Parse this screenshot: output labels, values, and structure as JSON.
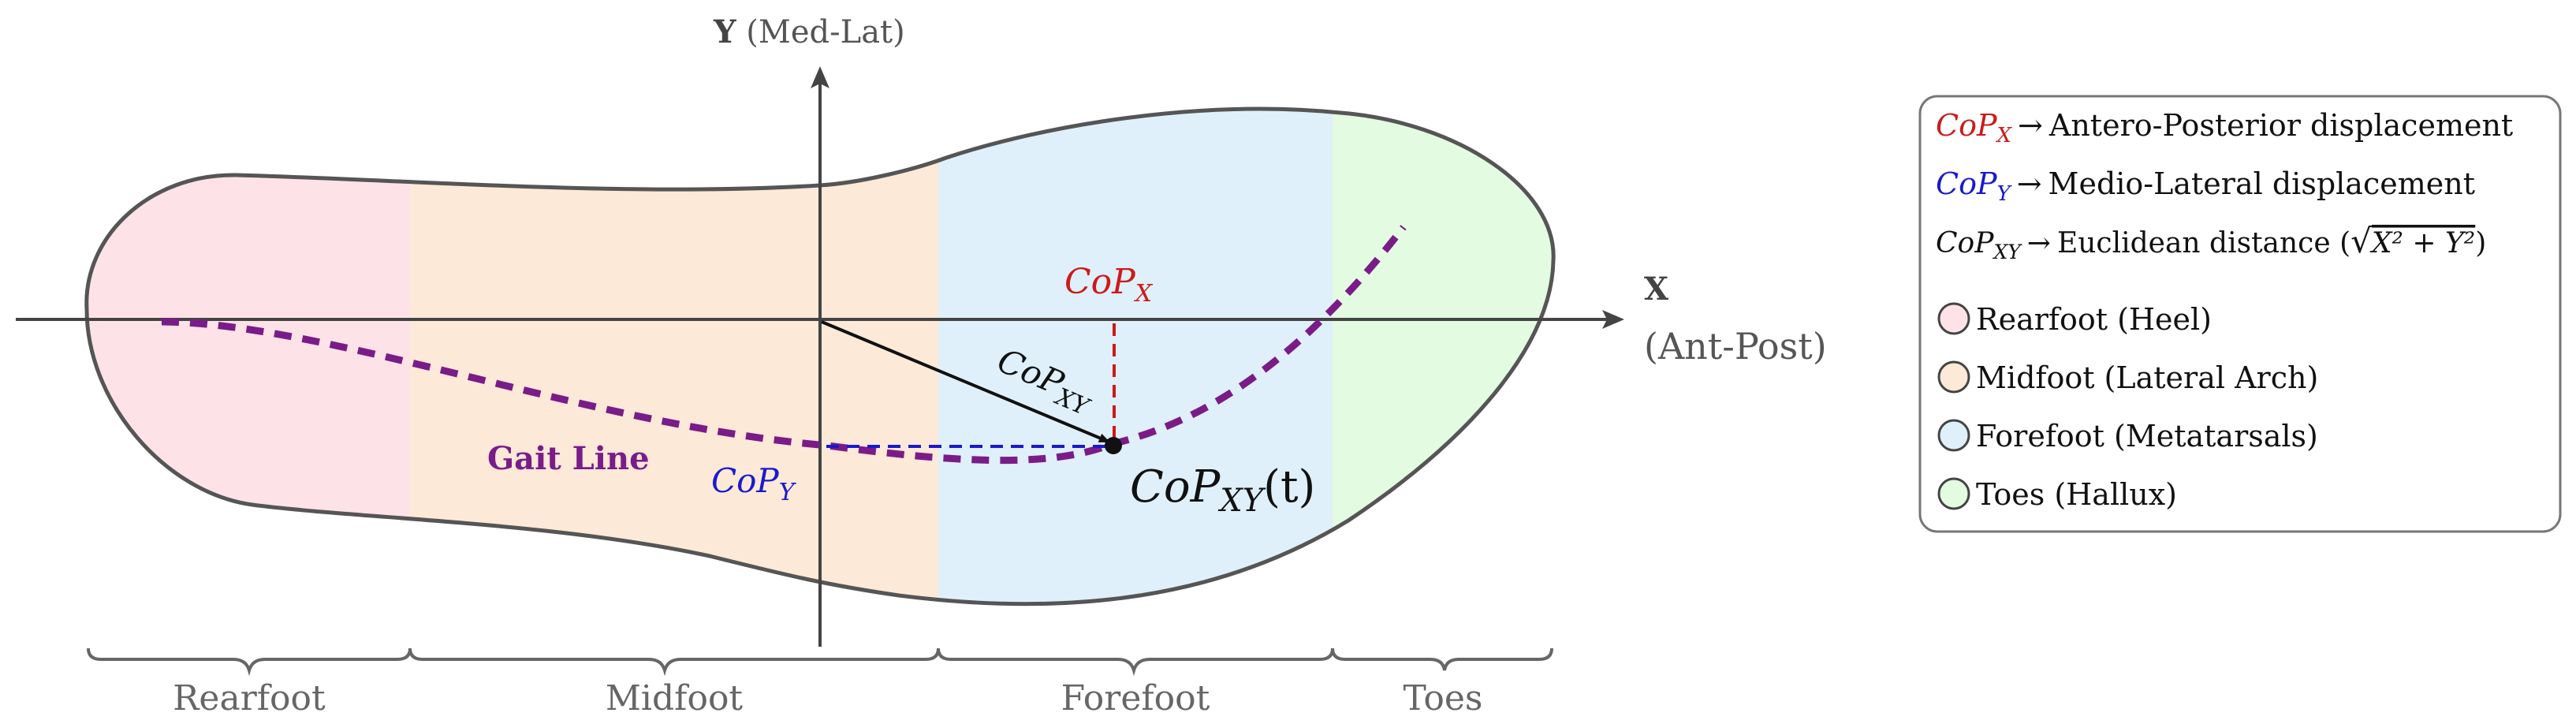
{
  "axes": {
    "y_letter": "Y",
    "y_title": "(Med-Lat)",
    "x_letter": "X",
    "x_title": "(Ant-Post)"
  },
  "regions": [
    {
      "key": "rearfoot",
      "label": "Rearfoot",
      "color": "#fde3e7"
    },
    {
      "key": "midfoot",
      "label": "Midfoot",
      "color": "#fde9d8"
    },
    {
      "key": "forefoot",
      "label": "Forefoot",
      "color": "#dff0fa"
    },
    {
      "key": "toes",
      "label": "Toes",
      "color": "#e3fbe1"
    }
  ],
  "annotations": {
    "gait_line": "Gait Line",
    "cop_x": {
      "base": "CoP",
      "sub": "X"
    },
    "cop_y": {
      "base": "CoP",
      "sub": "Y"
    },
    "cop_xy": {
      "base": "CoP",
      "sub": "XY"
    },
    "cop_xy_t": {
      "base": "CoP",
      "sub": "XY",
      "suffix": "(t)"
    }
  },
  "legend": {
    "definitions": [
      {
        "base": "CoP",
        "sub": "X",
        "color": "#cc1a1a",
        "arrow": "→",
        "text": "Antero-Posterior displacement"
      },
      {
        "base": "CoP",
        "sub": "Y",
        "color": "#1a1acc",
        "arrow": "→",
        "text": "Medio-Lateral displacement"
      },
      {
        "base": "CoP",
        "sub": "XY",
        "color": "#111111",
        "arrow": "→",
        "text": "Euclidean distance (",
        "formula": "X² + Y²",
        "close": ")"
      }
    ],
    "regions": [
      {
        "label": "Rearfoot (Heel)",
        "color": "#fde3e7"
      },
      {
        "label": "Midfoot (Lateral Arch)",
        "color": "#fde9d8"
      },
      {
        "label": "Forefoot (Metatarsals)",
        "color": "#dff0fa"
      },
      {
        "label": "Toes (Hallux)",
        "color": "#e3fbe1"
      }
    ]
  },
  "colors": {
    "gait_line": "#7a1c88",
    "cop_x_line": "#cc1a1a",
    "cop_y_line": "#1a1acc",
    "outline": "#555555",
    "axis": "#444444"
  }
}
